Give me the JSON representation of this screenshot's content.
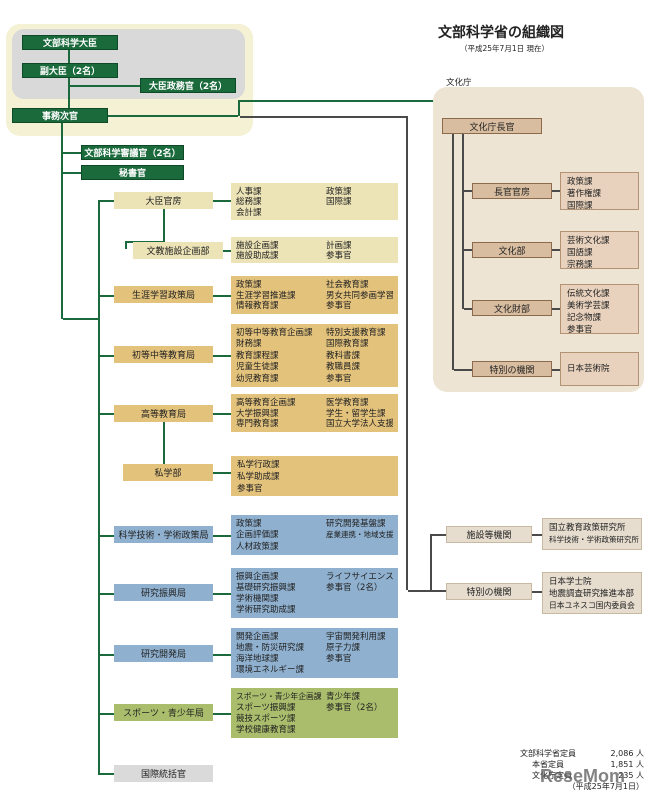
{
  "header": {
    "title": "文部科学省の組織図",
    "date_note": "（平成25年7月1日 現在）"
  },
  "top": {
    "minister": "文部科学大臣",
    "vice_minister": "副大臣（2名）",
    "parl_secretary": "大臣政務官（2名）",
    "vice_minister_admin": "事務次官",
    "deliberation": "文部科学審議官（2名）",
    "secretary": "秘書官"
  },
  "bureaus": [
    {
      "name": "大臣官房",
      "divisions": [
        "人事課",
        "政策課",
        "総務課",
        "国際課",
        "会計課"
      ]
    },
    {
      "name": "文教施設企画部",
      "divisions": [
        "施設企画課",
        "計画課",
        "施設助成課",
        "参事官"
      ]
    },
    {
      "name": "生涯学習政策局",
      "divisions": [
        "政策課",
        "社会教育課",
        "生涯学習推進課",
        "男女共同参画学習課",
        "情報教育課",
        "参事官"
      ]
    },
    {
      "name": "初等中等教育局",
      "divisions": [
        "初等中等教育企画課",
        "特別支援教育課",
        "財務課",
        "国際教育課",
        "教育課程課",
        "教科書課",
        "児童生徒課",
        "教職員課",
        "幼児教育課",
        "参事官"
      ]
    },
    {
      "name": "高等教育局",
      "divisions": [
        "高等教育企画課",
        "医学教育課",
        "大学振興課",
        "学生・留学生課",
        "専門教育課",
        "国立大学法人支援課"
      ]
    },
    {
      "name": "私学部",
      "divisions": [
        "私学行政課",
        "私学助成課",
        "参事官"
      ]
    },
    {
      "name": "科学技術・学術政策局",
      "divisions": [
        "政策課",
        "研究開発基盤課",
        "企画評価課",
        "産業連携・地域支援課",
        "人材政策課"
      ]
    },
    {
      "name": "研究振興局",
      "divisions": [
        "振興企画課",
        "ライフサイエンス課",
        "基礎研究振興課",
        "参事官（2名）",
        "学術機関課",
        "",
        "学術研究助成課"
      ]
    },
    {
      "name": "研究開発局",
      "divisions": [
        "開発企画課",
        "宇宙開発利用課",
        "地震・防災研究課",
        "原子力課",
        "海洋地球課",
        "参事官",
        "環境エネルギー課"
      ]
    },
    {
      "name": "スポーツ・青少年局",
      "divisions": [
        "スポーツ・青少年企画課",
        "青少年課",
        "スポーツ振興課",
        "参事官（2名）",
        "競技スポーツ課",
        "",
        "学校健康教育課"
      ]
    },
    {
      "name": "国際統括官",
      "divisions": []
    }
  ],
  "bunka": {
    "agency_label": "文化庁",
    "commissioner": "文化庁長官",
    "units": [
      {
        "name": "長官官房",
        "divisions": [
          "政策課",
          "著作権課",
          "国際課"
        ]
      },
      {
        "name": "文化部",
        "divisions": [
          "芸術文化課",
          "国語課",
          "宗務課"
        ]
      },
      {
        "name": "文化財部",
        "divisions": [
          "伝統文化課",
          "美術学芸課",
          "記念物課",
          "参事官"
        ]
      },
      {
        "name": "特別の機関",
        "divisions": [
          "日本芸術院"
        ]
      }
    ]
  },
  "external": [
    {
      "name": "施設等機関",
      "divisions": [
        "国立教育政策研究所",
        "科学技術・学術政策研究所"
      ]
    },
    {
      "name": "特別の機関",
      "divisions": [
        "日本学士院",
        "地震調査研究推進本部",
        "日本ユネスコ国内委員会"
      ]
    }
  ],
  "footer": {
    "rows": [
      {
        "label": "文部科学省定員",
        "value": "2,086 人"
      },
      {
        "label": "本省定員",
        "value": "1,851 人"
      },
      {
        "label": "文化庁定員",
        "value": "235 人"
      }
    ],
    "footer_date": "（平成25年7月1日）",
    "watermark": "ReseMom"
  },
  "colors": {
    "green": "#1a6a3c",
    "cream": "#ece3b6",
    "orange": "#e3c27c",
    "blue": "#8fb0cf",
    "olive": "#a9bd6c",
    "grey": "#dadada",
    "bunka": "#d9bda0"
  }
}
